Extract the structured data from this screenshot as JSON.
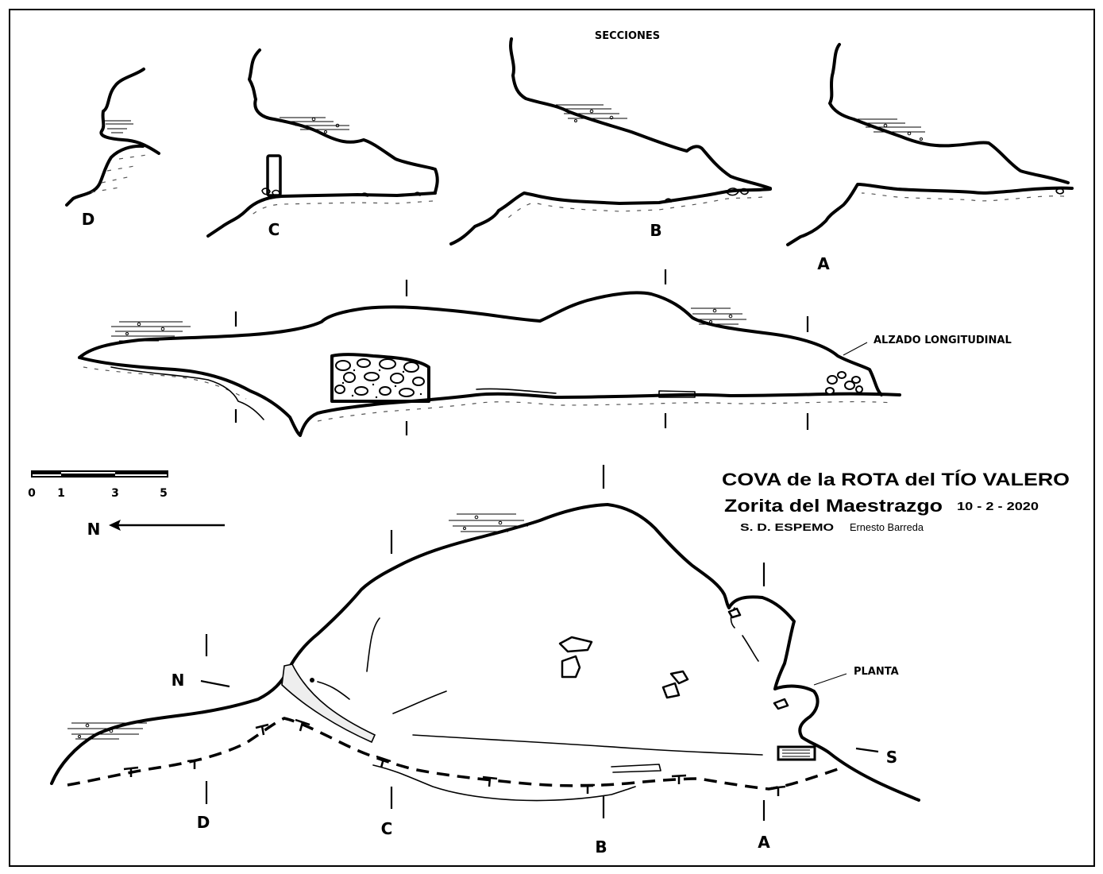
{
  "title_block": {
    "cave_name": "COVA de la ROTA del TÍO VALERO",
    "location": "Zorita del Maestrazgo",
    "date": "10 - 2 - 2020",
    "group": "S. D. ESPEMO",
    "surveyor": "Ernesto Barreda"
  },
  "sections": {
    "heading": "SECCIONES",
    "labels": {
      "d": "D",
      "c": "C",
      "b": "B",
      "a": "A"
    }
  },
  "elevation": {
    "heading": "ALZADO LONGITUDINAL"
  },
  "plan": {
    "heading": "PLANTA",
    "north": "N",
    "south": "S",
    "section_marks": {
      "d": "D",
      "c": "C",
      "b": "B",
      "a": "A"
    }
  },
  "scale_bar": {
    "ticks": [
      "0",
      "1",
      "3",
      "5"
    ]
  },
  "north_arrow": {
    "label": "N"
  },
  "colors": {
    "ink": "#000000",
    "paper": "#ffffff"
  }
}
